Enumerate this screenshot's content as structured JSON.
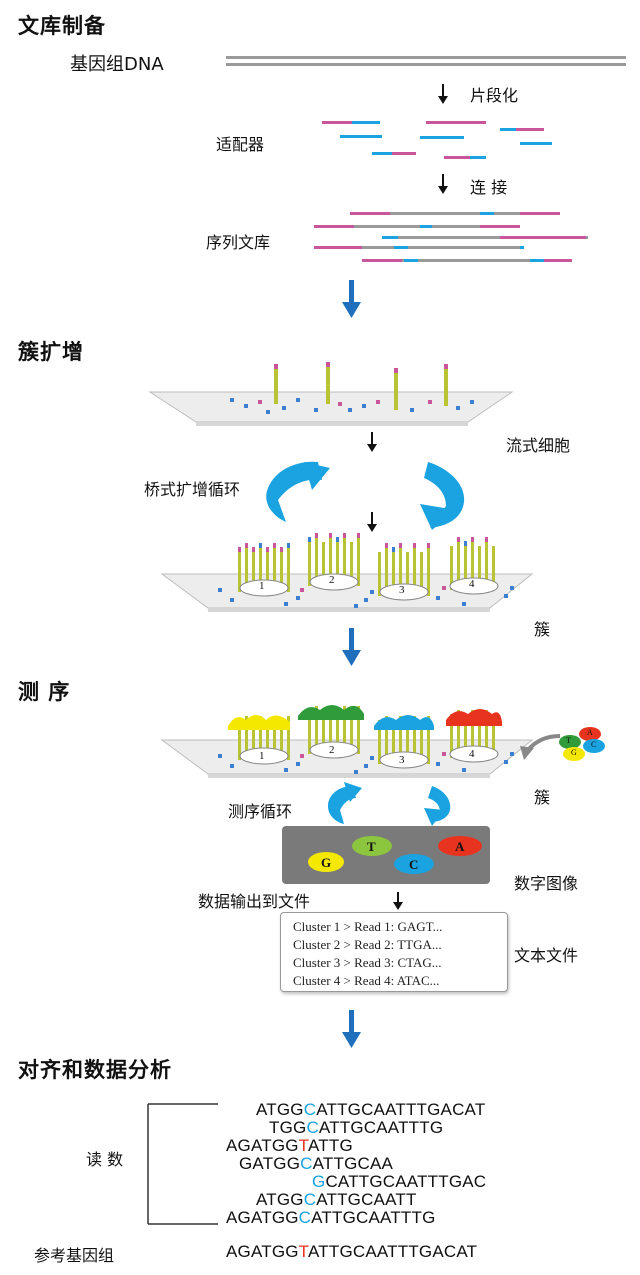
{
  "sections": {
    "library_prep": {
      "title": "文库制备",
      "genomic_dna": "基因组DNA",
      "step_fragment": "片段化",
      "adapters": "适配器",
      "step_ligate": "连 接",
      "library": "序列文库"
    },
    "cluster_amp": {
      "title": "簇扩增",
      "flow_cell": "流式细胞",
      "bridge_cycle": "桥式扩增循环",
      "cluster": "簇",
      "cluster_numbers": [
        "1",
        "2",
        "3",
        "4"
      ]
    },
    "sequencing": {
      "title": "测 序",
      "cycle": "测序循环",
      "cluster": "簇",
      "digital_image": "数字图像",
      "data_output": "数据输出到文件",
      "text_file": "文本文件",
      "image_bases": [
        "G",
        "T",
        "C",
        "A"
      ],
      "nucleotide_bases": [
        "T",
        "A",
        "C",
        "G"
      ],
      "file_lines": [
        "Cluster 1 > Read 1: GAGT...",
        "Cluster 2 > Read 2: TTGA...",
        "Cluster 3 > Read 3: CTAG...",
        "Cluster 4 > Read 4: ATAC..."
      ]
    },
    "alignment": {
      "title": "对齐和数据分析",
      "reads_label": "读 数",
      "reference_label": "参考基因组",
      "reads": [
        {
          "pre": "ATGG",
          "hl": "C",
          "post": "ATTGCAATTTGACAT",
          "color": "blue"
        },
        {
          "pre": "TGG",
          "hl": "C",
          "post": "ATTGCAATTTG",
          "color": "blue"
        },
        {
          "pre": "AGATGG",
          "hl": "T",
          "post": "ATTG",
          "color": "red"
        },
        {
          "pre": "GATGG",
          "hl": "C",
          "post": "ATTGCAA",
          "color": "blue"
        },
        {
          "pre": "",
          "hl": "G",
          "post": "CATTGCAATTTGAC",
          "color": "blue"
        },
        {
          "pre": "ATGG",
          "hl": "C",
          "post": "ATTGCAATT",
          "color": "blue"
        },
        {
          "pre": "AGATGG",
          "hl": "C",
          "post": "ATTGCAATTTG",
          "color": "blue"
        }
      ],
      "reference": {
        "pre": "AGATGG",
        "hl": "T",
        "post": "ATTGCAATTTGACAT",
        "color": "red"
      }
    }
  },
  "colors": {
    "arrow_blue": "#1f6fbd",
    "cyan": "#1aa3e0",
    "magenta": "#c9559b",
    "strand_gray": "#9a9a9a",
    "fiber_green": "#b8c433",
    "dot_blue": "#3b7fd0",
    "highlight_red": "#e8331f"
  }
}
